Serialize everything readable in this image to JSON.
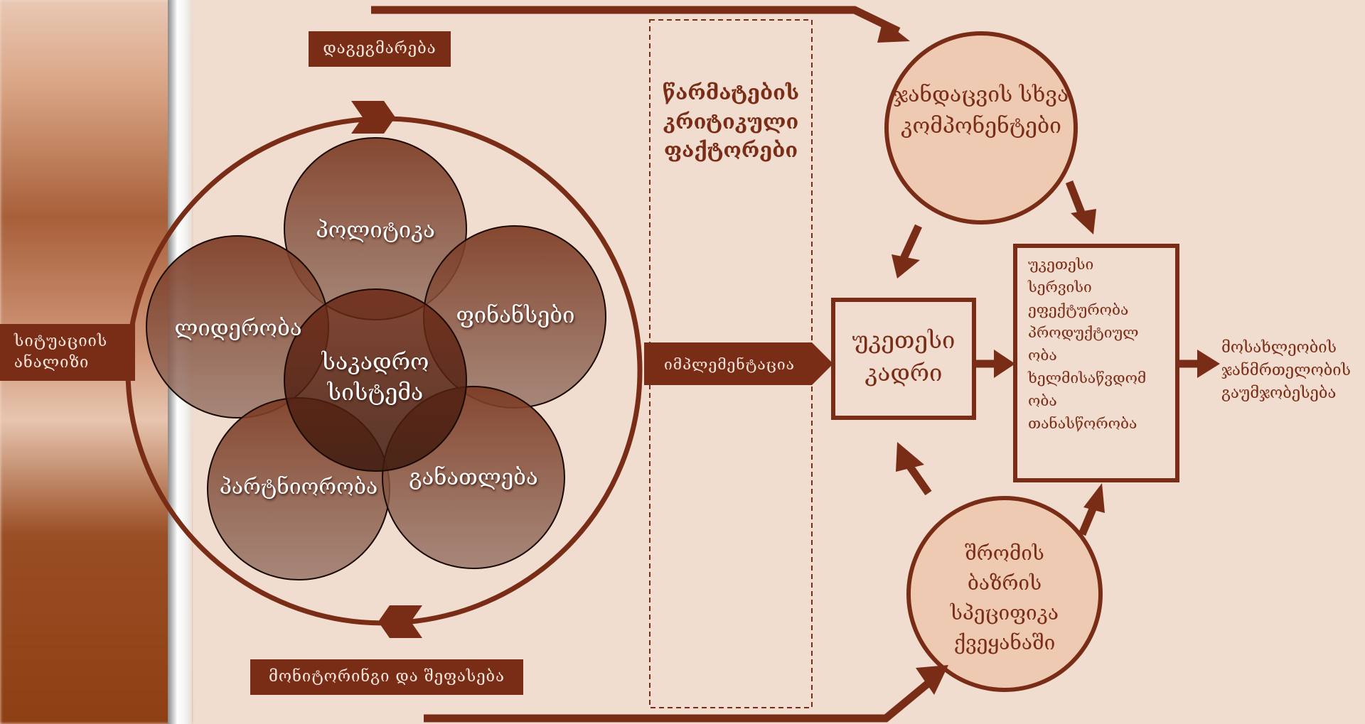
{
  "labels": {
    "planning": "დაგეგმარება",
    "monitoring": "მონიტორინგი და შეფასება",
    "situation_analysis": "სიტუაციის ანალიზი",
    "implementation": "იმპლემენტაცია"
  },
  "circles": {
    "politics": "პოლიტიკა",
    "leadership": "ლიდერობა",
    "finances": "ფინანსები",
    "hr_system": "საკადრო სისტემა",
    "partnership": "პარტნიორობა",
    "education": "განათლება"
  },
  "critical_factors": "წარმატების კრიტიკული ფაქტორები",
  "health_components": "ჯანდაცვის სხვა კომპონენტები",
  "better_staff": "უკეთესი კადრი",
  "outcomes": [
    "უკეთესი",
    "სერვისი",
    "ეფექტურობა",
    "პროდუქტიულ",
    "ობა",
    "ხელმისაწვდომ",
    "ობა",
    "თანასწორობა"
  ],
  "labor_market": "შრომის ბაზრის სპეციფიკა ქვეყანაში",
  "population_health": "მოსახლეობის ჯანმრთელობის გაუმჯობესება",
  "colors": {
    "accent": "#7a2d16",
    "background": "#f0ddd0",
    "peach_circle": "#efcab2"
  }
}
